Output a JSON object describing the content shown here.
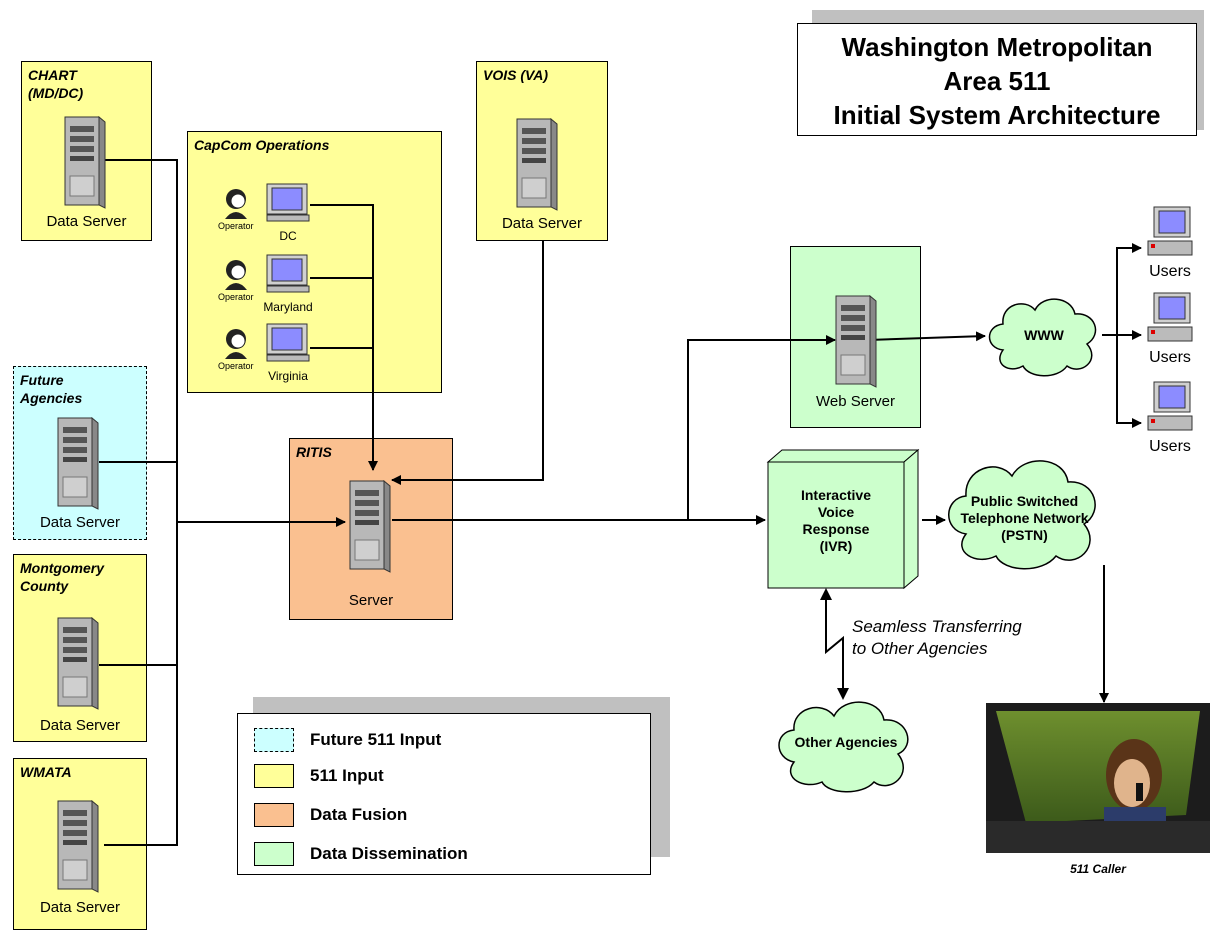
{
  "title": {
    "line1": "Washington Metropolitan",
    "line2": "Area 511",
    "line3": "Initial System Architecture"
  },
  "sources": {
    "chart": {
      "title_line1": "CHART",
      "title_line2": "(MD/DC)",
      "server_label": "Data Server"
    },
    "vois": {
      "title": "VOIS (VA)",
      "server_label": "Data Server"
    },
    "future": {
      "title_line1": "Future",
      "title_line2": "Agencies",
      "server_label": "Data Server"
    },
    "montgomery": {
      "title_line1": "Montgomery",
      "title_line2": "County",
      "server_label": "Data Server"
    },
    "wmata": {
      "title": "WMATA",
      "server_label": "Data Server"
    }
  },
  "capcom": {
    "title": "CapCom Operations",
    "operator_label": "Operator",
    "stations": [
      {
        "label": "DC"
      },
      {
        "label": "Maryland"
      },
      {
        "label": "Virginia"
      }
    ]
  },
  "ritis": {
    "title": "RITIS",
    "server_label": "Server"
  },
  "web": {
    "server_label": "Web Server"
  },
  "www": {
    "label": "WWW"
  },
  "users": [
    {
      "label": "Users"
    },
    {
      "label": "Users"
    },
    {
      "label": "Users"
    }
  ],
  "ivr": {
    "line1": "Interactive",
    "line2": "Voice",
    "line3": "Response",
    "line4": "(IVR)"
  },
  "pstn": {
    "line1": "Public Switched",
    "line2": "Telephone Network",
    "line3": "(PSTN)"
  },
  "transfer": {
    "line1": "Seamless Transferring",
    "line2": "to Other Agencies"
  },
  "other_agencies": {
    "label": "Other Agencies"
  },
  "caller": {
    "label": "511 Caller"
  },
  "legend": [
    {
      "label": "Future 511 Input",
      "color": "#ccffff",
      "dashed": true
    },
    {
      "label": "511 Input",
      "color": "#ffff99",
      "dashed": false
    },
    {
      "label": "Data Fusion",
      "color": "#fac090",
      "dashed": false
    },
    {
      "label": "Data Dissemination",
      "color": "#ccffcc",
      "dashed": false
    }
  ]
}
